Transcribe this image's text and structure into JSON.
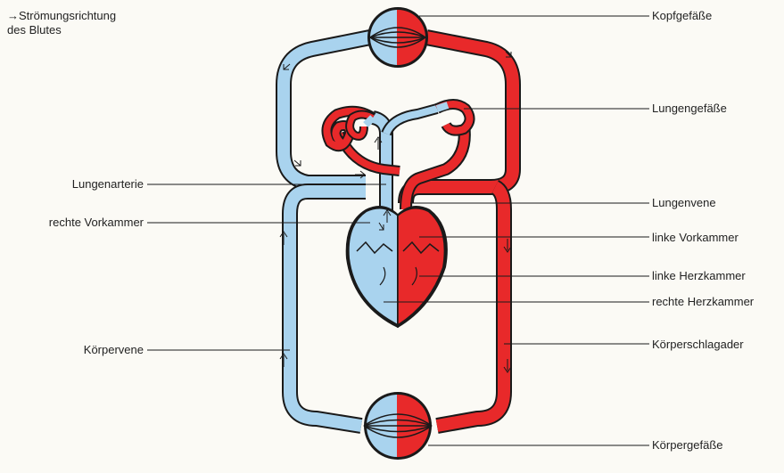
{
  "legend": {
    "line1": "→Strömungsrichtung",
    "line2": "des Blutes"
  },
  "labels": {
    "kopfgefaesse": "Kopfgefäße",
    "lungengefaesse": "Lungengefäße",
    "lungenarterie": "Lungenarterie",
    "lungenvene": "Lungenvene",
    "rechte_vorkammer": "rechte Vorkammer",
    "linke_vorkammer": "linke Vorkammer",
    "linke_herzkammer": "linke Herzkammer",
    "rechte_herzkammer": "rechte Herzkammer",
    "koerpervene": "Körpervene",
    "koerperschlagader": "Körperschlagader",
    "koerpergefaesse": "Körpergefäße"
  },
  "colors": {
    "venous_blood": "#a9d3ee",
    "arterial_blood": "#e8292a",
    "outline": "#1a1a1a",
    "background": "#fbfaf5"
  }
}
